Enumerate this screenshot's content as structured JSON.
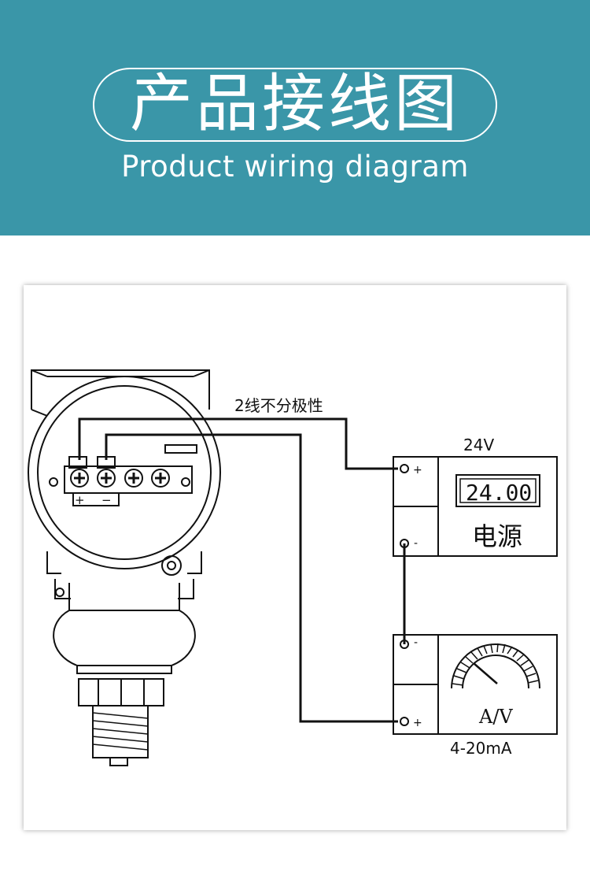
{
  "header": {
    "title_cn": "产品接线图",
    "title_en": "Product wiring diagram",
    "bg_color": "#3a96a8"
  },
  "diagram": {
    "polarity_note": "2线不分极性",
    "terminal_plus": "+",
    "terminal_minus": "−",
    "power_supply": {
      "voltage_label": "24V",
      "display_value": "24.00",
      "name": "电源",
      "pin_plus": "+",
      "pin_minus": "-"
    },
    "meter": {
      "label": "A/V",
      "range_label": "4-20mA",
      "pin_minus": "-",
      "pin_plus": "+"
    }
  }
}
